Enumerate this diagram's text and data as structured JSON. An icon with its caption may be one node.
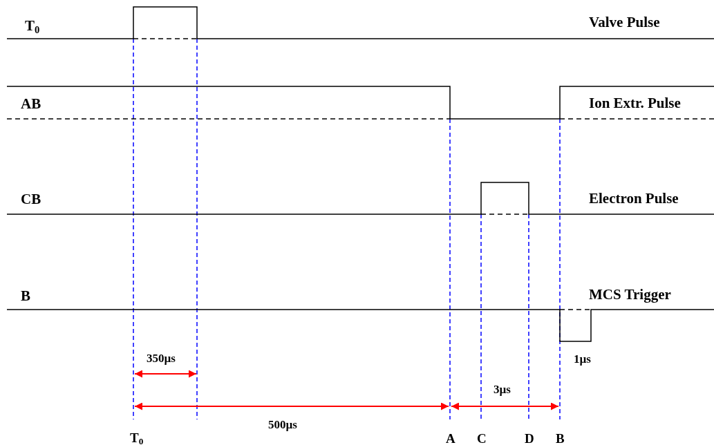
{
  "diagram": {
    "labels": [
      "T$_{0}$",
      "Valve Pulse",
      "AB",
      "Ion Extr. Pulse",
      "CB",
      "Electron Pulse",
      "B",
      "MCS Trigger",
      "350µs",
      "1µs",
      "3µs",
      "500µs",
      "T$_{0}$",
      "A",
      "C",
      "D",
      "B"
    ]
  }
}
